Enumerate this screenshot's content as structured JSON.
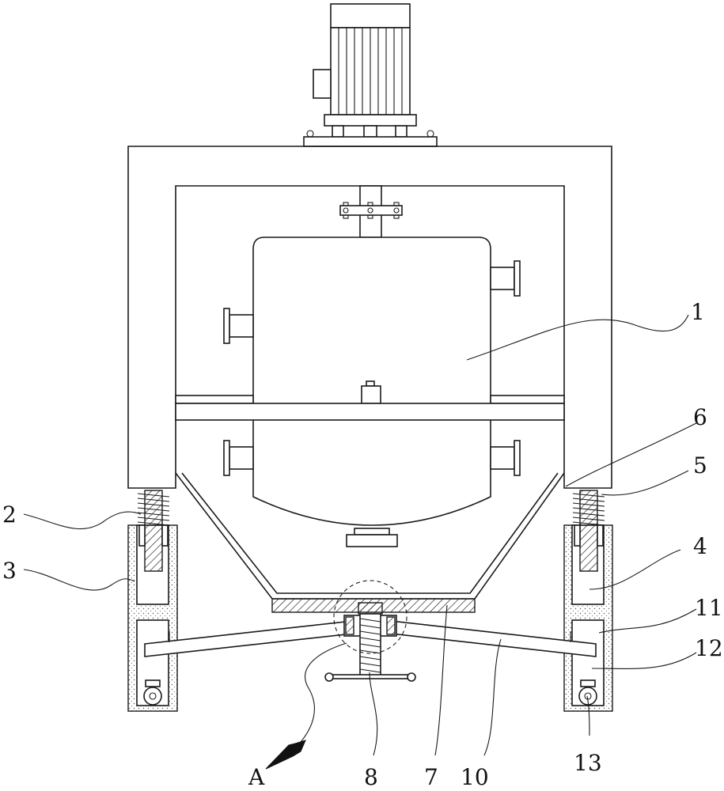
{
  "labels": {
    "l1": "1",
    "l2": "2",
    "l3": "3",
    "l4": "4",
    "l5": "5",
    "l6": "6",
    "l7": "7",
    "l8": "8",
    "l10": "10",
    "l11": "11",
    "l12": "12",
    "l13": "13",
    "lA": "A"
  }
}
